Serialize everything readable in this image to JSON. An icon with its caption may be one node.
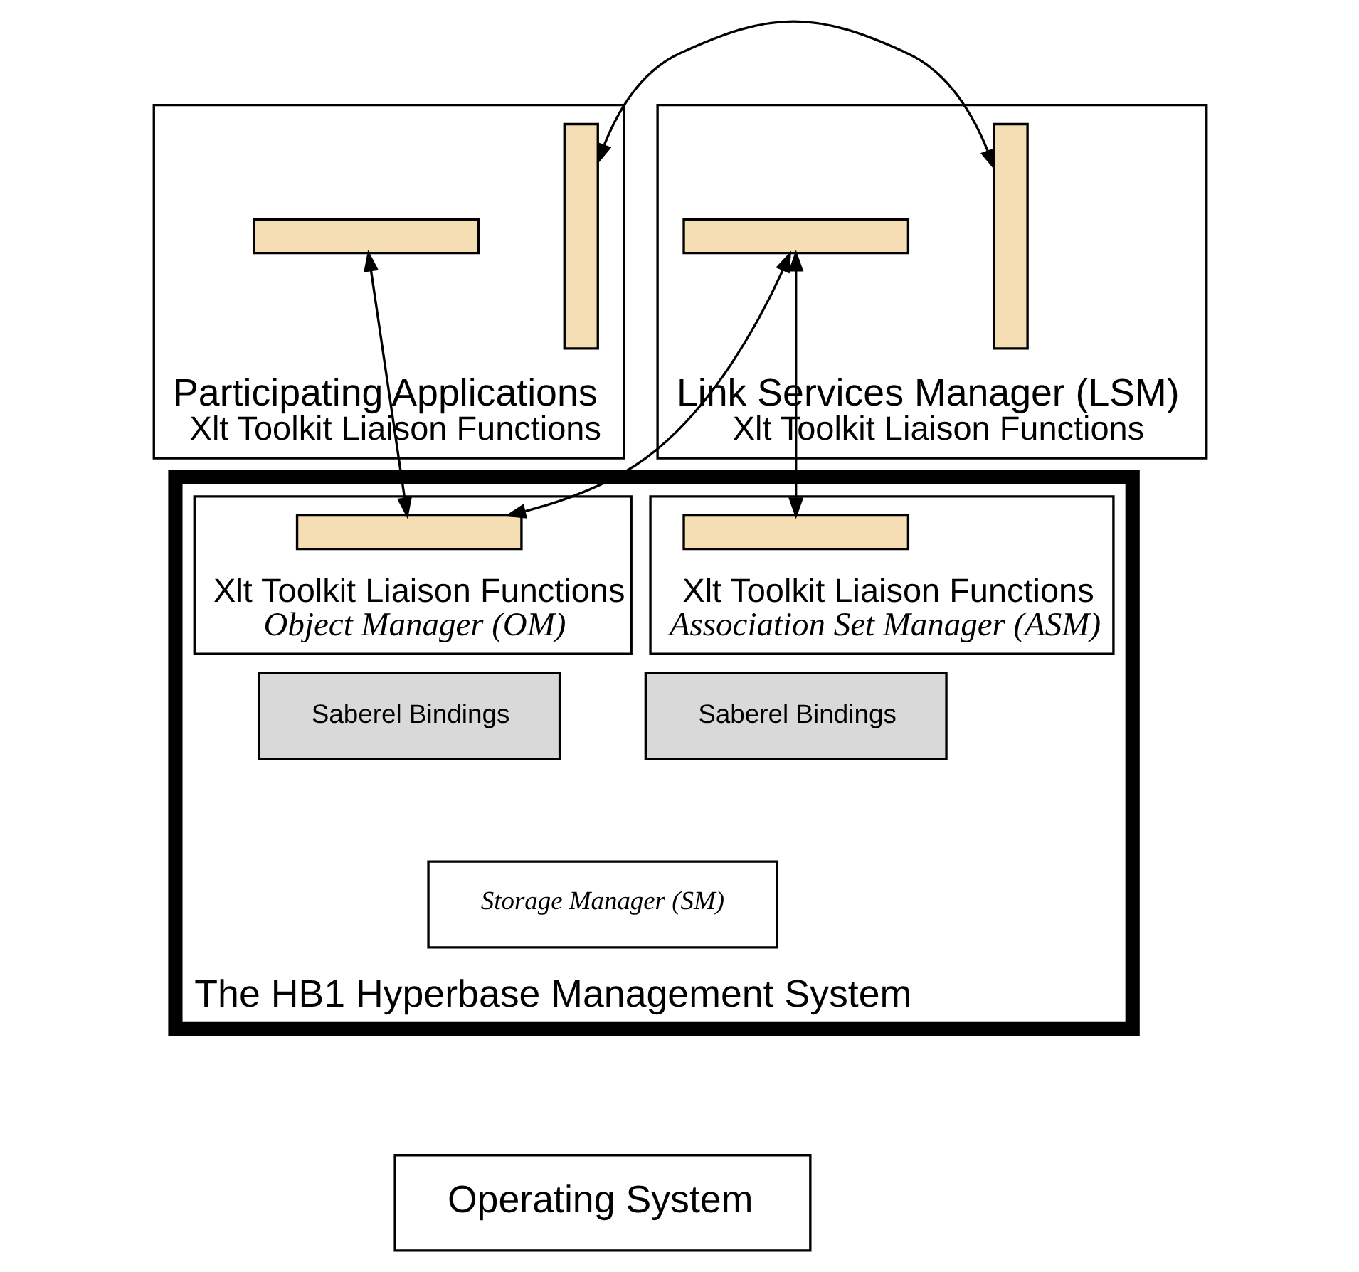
{
  "diagram": {
    "nodes": [
      {
        "text": [
          "Participating Applications",
          "Xlt Toolkit Liaison Functions"
        ]
      },
      {
        "text": [],
        "shape": "bar",
        "in": 0
      },
      {
        "text": [],
        "shape": "bar",
        "in": 0
      },
      {
        "text": [
          "Link Services Manager (LSM)",
          "Xlt Toolkit Liaison Functions"
        ]
      },
      {
        "text": [],
        "shape": "bar",
        "in": 3
      },
      {
        "text": [],
        "shape": "bar",
        "in": 3
      },
      {
        "text": [
          "The HB1 Hyperbase Management System"
        ]
      },
      {
        "text": [
          "Xlt Toolkit Liaison Functions",
          "Object Manager (OM)"
        ],
        "in": 6
      },
      {
        "text": [],
        "shape": "bar",
        "in": 7
      },
      {
        "text": [
          "Xlt Toolkit Liaison Functions",
          "Association Set Manager (ASM)"
        ],
        "in": 6
      },
      {
        "text": [],
        "shape": "bar",
        "in": 9
      },
      {
        "text": [
          "Storage Manager (SM)"
        ],
        "in": 6
      },
      {
        "text": [
          "Saberel Bindings"
        ],
        "in": 6
      },
      {
        "text": [
          "Saberel Bindings"
        ],
        "in": 6
      },
      {
        "text": [
          "Operating System"
        ]
      }
    ],
    "edges": [
      {
        "from": 1,
        "to": 4,
        "arrow": "both"
      },
      {
        "from": 2,
        "to": 8,
        "arrow": "both"
      },
      {
        "from": 5,
        "to": 8,
        "arrow": "both"
      },
      {
        "from": 5,
        "to": 10,
        "arrow": "both"
      }
    ]
  }
}
